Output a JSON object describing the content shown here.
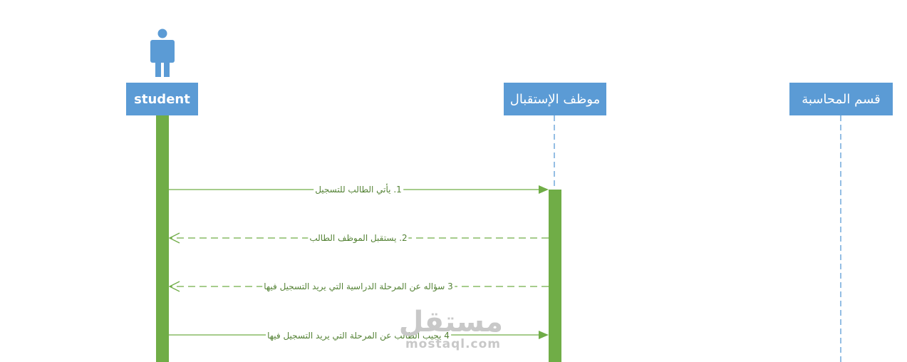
{
  "participants": {
    "student": "student",
    "reception": "موظف الإستقبال",
    "accounting": "قسم المحاسبة"
  },
  "messages": [
    {
      "text": "1. يأتي الطالب للتسجيل",
      "style": "solid"
    },
    {
      "text": "2. يستقبل الموظف الطالب",
      "style": "dashed"
    },
    {
      "text": "3 سؤاله عن المرحلة الدراسية التي يريد التسجيل فيها",
      "style": "dashed"
    },
    {
      "text": "4 يجيب الطالب عن المرحلة التي يريد التسجيل فيها",
      "style": "solid"
    }
  ],
  "watermark": {
    "arabic": "مستقل",
    "latin": "mostaql.com"
  },
  "colors": {
    "participant_fill": "#5b9bd5",
    "activation": "#70ad47",
    "message": "#70ad47",
    "label_text": "#548235"
  },
  "icons": {
    "actor": "person-icon"
  }
}
